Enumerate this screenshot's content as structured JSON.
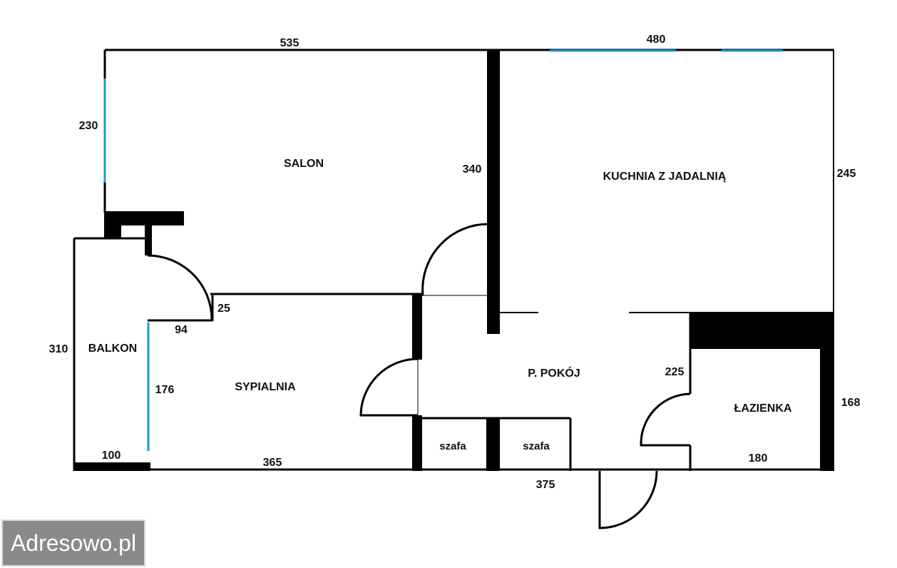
{
  "rooms": {
    "salon": "SALON",
    "kuchnia": "KUCHNIA Z JADALNIĄ",
    "balkon": "BALKON",
    "sypialnia": "SYPIALNIA",
    "przedpokoj": "P. POKÓJ",
    "lazienka": "ŁAZIENKA",
    "szafa_1": "szafa",
    "szafa_2": "szafa"
  },
  "dimensions": {
    "salon_width": "535",
    "kitchen_width": "480",
    "salon_window": "230",
    "salon_wall": "340",
    "kitchen_depth": "245",
    "balcony_length": "310",
    "balcony_door_width": "94",
    "balcony_door_offset": "25",
    "bedroom_window": "176",
    "balcony_width": "100",
    "bedroom_width": "365",
    "hall_width": "375",
    "bathroom_door": "225",
    "bathroom_width": "180",
    "bathroom_depth": "168"
  },
  "watermark": "Adresowo.pl",
  "colors": {
    "wall": "#000000",
    "window": "#1a9ad6",
    "watermark_bg": "#8a8a8a"
  }
}
